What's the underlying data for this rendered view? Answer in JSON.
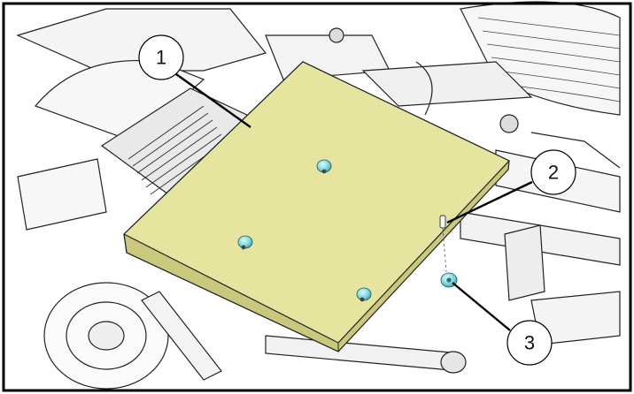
{
  "callouts": {
    "c1": {
      "label": "1"
    },
    "c2": {
      "label": "2"
    },
    "c3": {
      "label": "3"
    }
  },
  "colors": {
    "skid_plate": "#e6e5a0",
    "skid_plate_edge": "#c9c87c",
    "nut": "#7fd6dc",
    "line_art": "#222222",
    "frame": "#000000"
  },
  "icons": [
    "mounting-nut-icon",
    "bolt-icon"
  ]
}
